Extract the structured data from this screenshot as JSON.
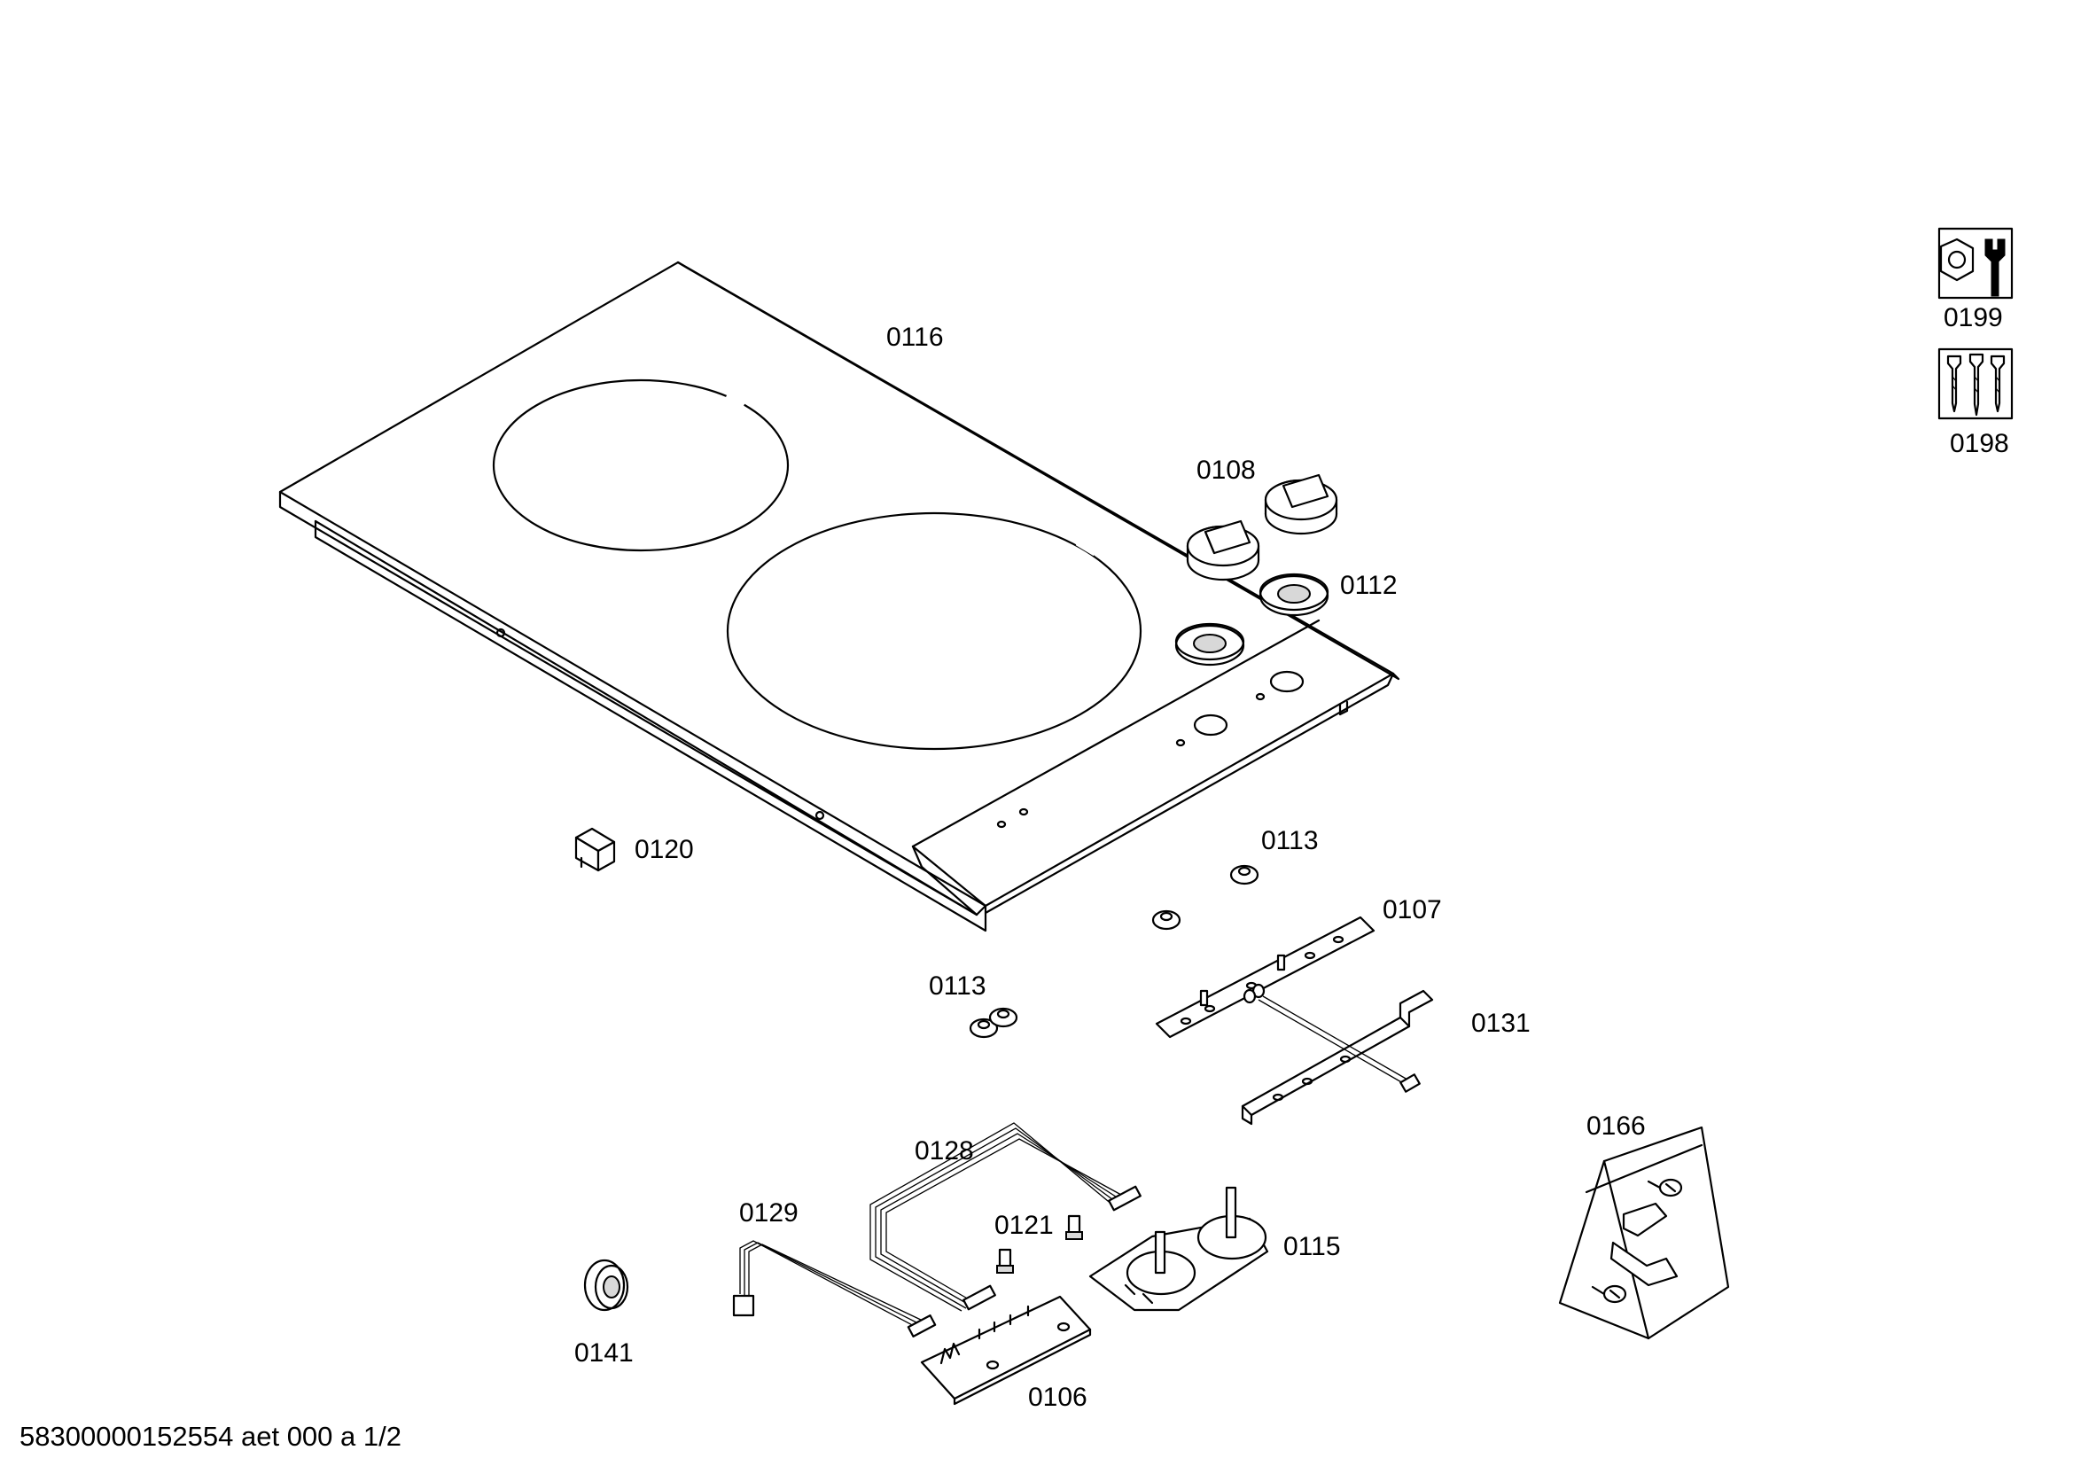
{
  "diagram": {
    "parts": [
      {
        "id": "0116",
        "label": "0116"
      },
      {
        "id": "0108",
        "label": "0108"
      },
      {
        "id": "0112",
        "label": "0112"
      },
      {
        "id": "0120",
        "label": "0120"
      },
      {
        "id": "0113a",
        "label": "0113"
      },
      {
        "id": "0107",
        "label": "0107"
      },
      {
        "id": "0113b",
        "label": "0113"
      },
      {
        "id": "0131",
        "label": "0131"
      },
      {
        "id": "0166",
        "label": "0166"
      },
      {
        "id": "0128",
        "label": "0128"
      },
      {
        "id": "0121",
        "label": "0121"
      },
      {
        "id": "0129",
        "label": "0129"
      },
      {
        "id": "0115",
        "label": "0115"
      },
      {
        "id": "0141",
        "label": "0141"
      },
      {
        "id": "0106",
        "label": "0106"
      },
      {
        "id": "0199",
        "label": "0199"
      },
      {
        "id": "0198",
        "label": "0198"
      }
    ],
    "footer": "58300000152554 aet 000 a 1/2",
    "icons": [
      "wrench-nut-icon",
      "screws-icon"
    ]
  }
}
